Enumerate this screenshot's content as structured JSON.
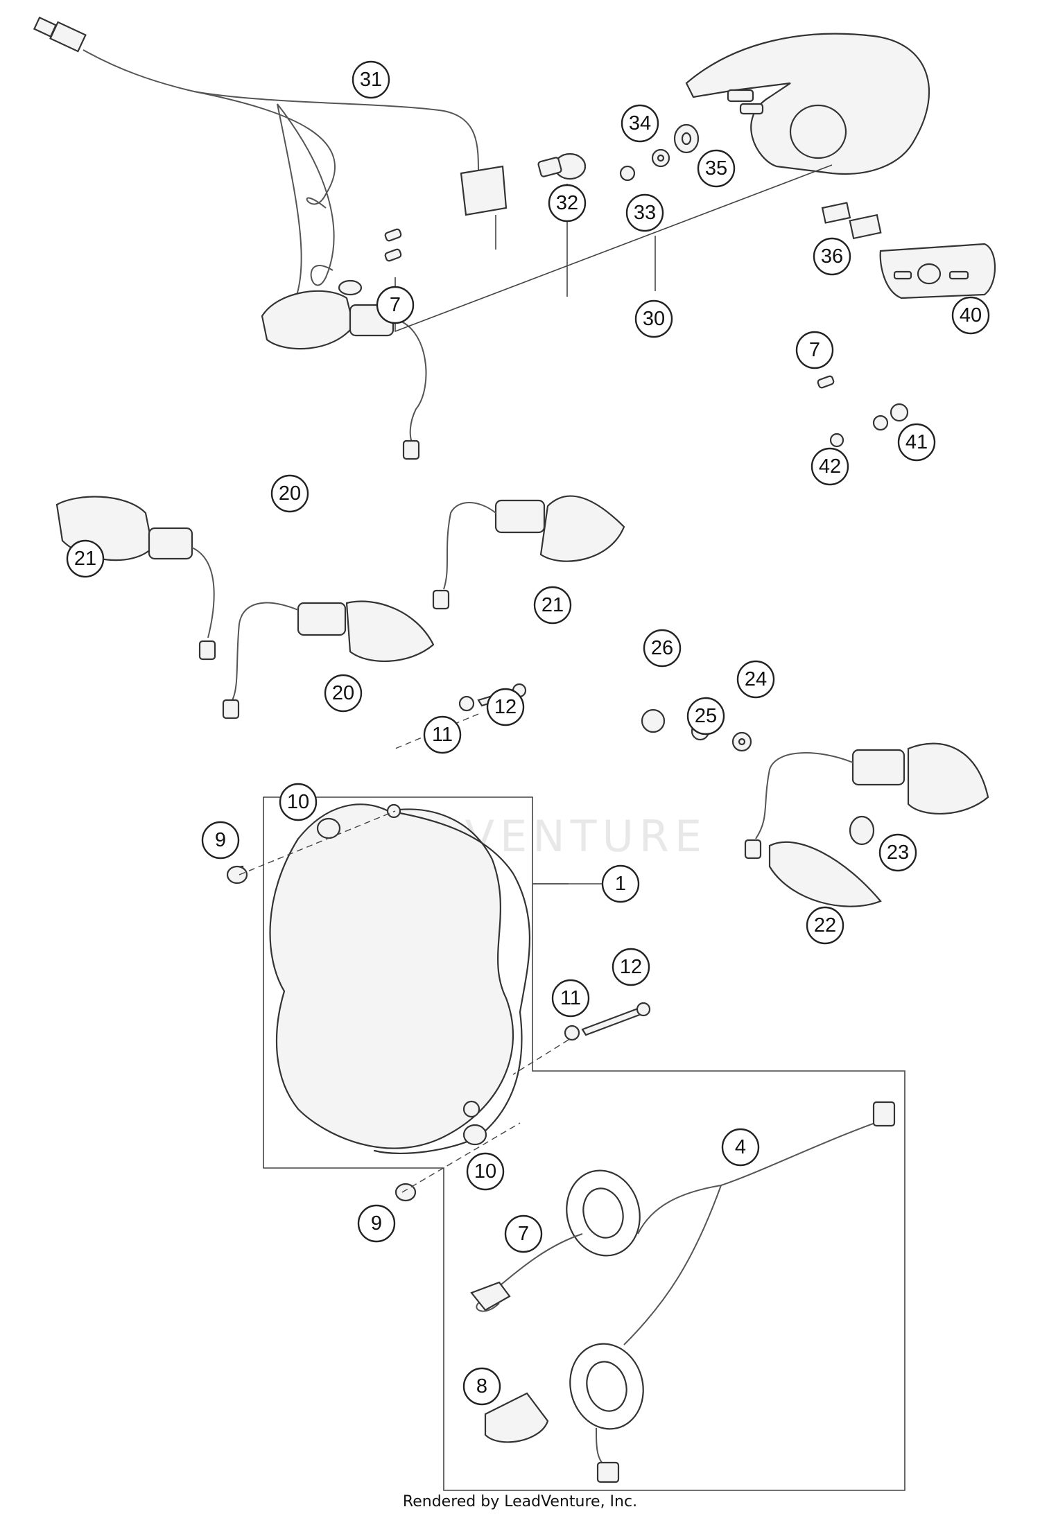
{
  "diagram": {
    "watermark": "LEADVENTURE",
    "footer": "Rendered by LeadVenture, Inc.",
    "callouts": [
      "31",
      "34",
      "35",
      "32",
      "33",
      "7",
      "30",
      "36",
      "40",
      "7",
      "41",
      "42",
      "20",
      "21",
      "21",
      "20",
      "26",
      "24",
      "25",
      "12",
      "11",
      "10",
      "9",
      "1",
      "23",
      "22",
      "12",
      "11",
      "4",
      "10",
      "9",
      "7",
      "8"
    ]
  }
}
